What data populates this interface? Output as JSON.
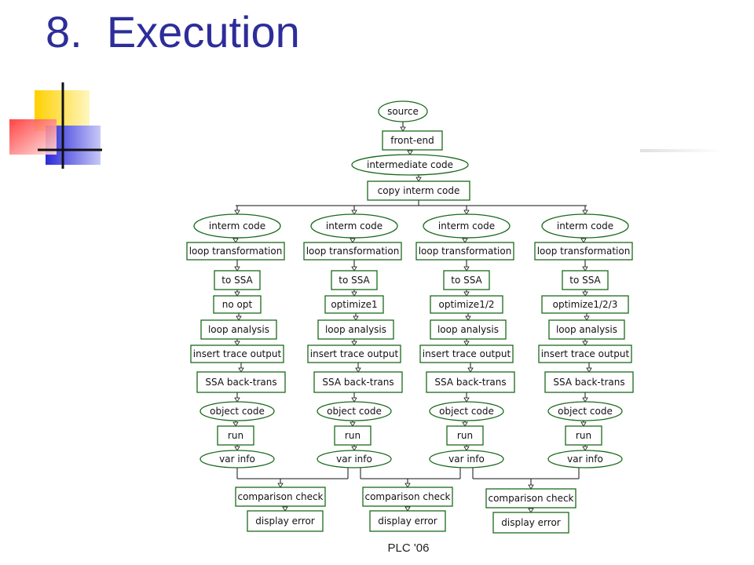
{
  "slide": {
    "title": "8.  Execution",
    "footer": "PLC '06"
  },
  "colors": {
    "title": "#2d2d9a",
    "node_border": "#1a6a1a",
    "deco_yellow": "#ffd000",
    "deco_blue": "#2a2ad8",
    "deco_red": "#ff3030"
  },
  "diagram": {
    "nodes": {
      "source": "source",
      "front_end": "front-end",
      "intermediate_code": "intermediate code",
      "copy_interm_code": "copy interm  code",
      "interm_code": "interm  code",
      "loop_transformation": "loop transformation",
      "to_ssa": "to SSA",
      "no_opt": "no opt",
      "optimize1": "optimize1",
      "optimize12": "optimize1/2",
      "optimize123": "optimize1/2/3",
      "loop_analysis": "loop analysis",
      "insert_trace_output": "insert trace output",
      "ssa_back_trans": "SSA back-trans",
      "object_code": "object code",
      "run": "run",
      "var_info": "var info",
      "comparison_check": "comparison check",
      "display_error": "display error"
    }
  }
}
